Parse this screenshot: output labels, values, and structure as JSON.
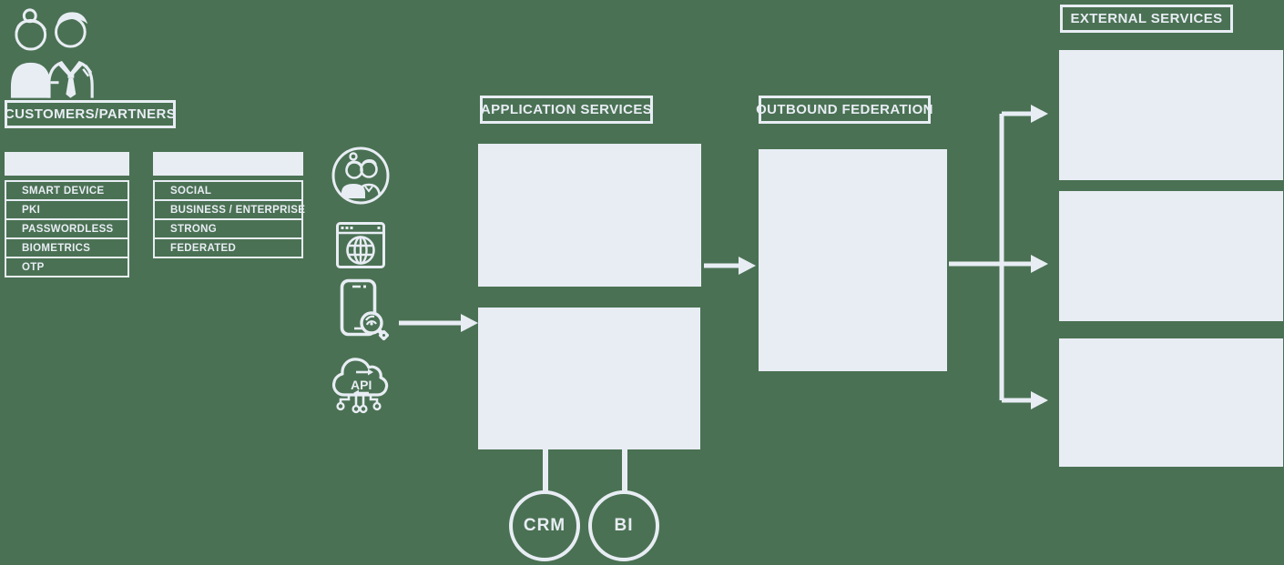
{
  "colors": {
    "background": "#4a7153",
    "foreground": "#e8edf4"
  },
  "customers_partners": {
    "label": "CUSTOMERS/PARTNERS"
  },
  "auth_methods": {
    "items": [
      "SMART DEVICE",
      "PKI",
      "PASSWORDLESS",
      "BIOMETRICS",
      "OTP"
    ]
  },
  "auth_types": {
    "items": [
      "SOCIAL",
      "BUSINESS / ENTERPRISE",
      "STRONG",
      "FEDERATED"
    ]
  },
  "icons": {
    "users_circle": "users-circle-icon",
    "web_browser": "web-browser-globe-icon",
    "mobile_scan": "mobile-scan-icon",
    "api_cloud": "api-cloud-icon",
    "api_cloud_text": "API"
  },
  "sections": {
    "application_services": {
      "label": "APPLICATION SERVICES"
    },
    "outbound_federation": {
      "label": "OUTBOUND FEDERATION"
    },
    "external_services": {
      "label": "EXTERNAL SERVICES"
    }
  },
  "integrations": {
    "crm": "CRM",
    "bi": "BI"
  }
}
